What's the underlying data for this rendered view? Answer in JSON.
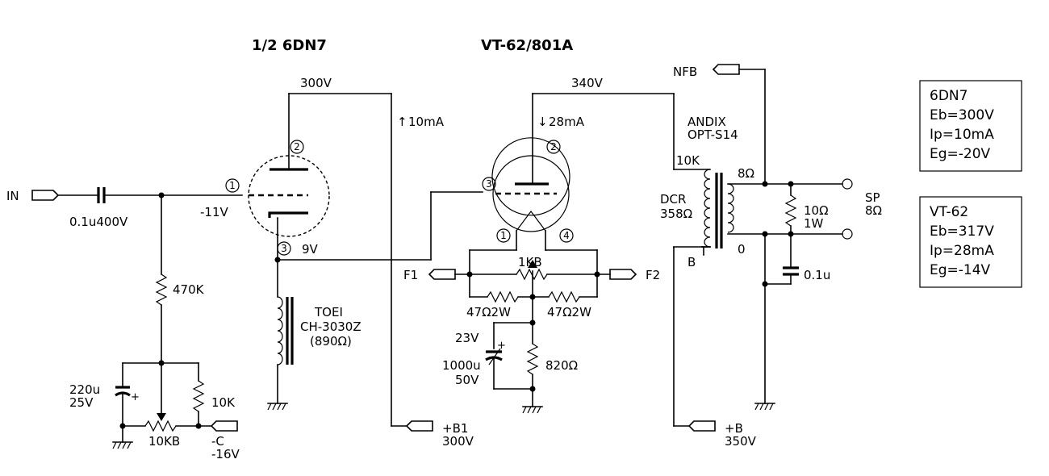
{
  "titles": {
    "driver": "1/2 6DN7",
    "output": "VT-62/801A"
  },
  "labels": {
    "in": "IN",
    "coupling_cap": "0.1u400V",
    "grid_bias": "-11V",
    "r470k": "470K",
    "cap220u_1": "220u",
    "cap220u_2": "25V",
    "r10k": "10K",
    "pot10kb": "10KB",
    "negc_1": "-C",
    "negc_2": "-16V",
    "v300": "300V",
    "i10ma": "10mA",
    "cathode9v": "9V",
    "choke_1": "TOEI",
    "choke_2": "CH-3030Z",
    "choke_3": "(890Ω)",
    "b1_1": "+B1",
    "b1_2": "300V",
    "v340": "340V",
    "i28ma": "28mA",
    "f1": "F1",
    "f2": "F2",
    "pot1kb": "1KB",
    "r47_left": "47Ω2W",
    "r47_right": "47Ω2W",
    "v23": "23V",
    "c1000_1": "1000u",
    "c1000_2": "50V",
    "r820": "820Ω",
    "opt_1": "ANDIX",
    "opt_2": "OPT-S14",
    "pri10k": "10K",
    "dcr_1": "DCR",
    "dcr_2": "358Ω",
    "sec8": "8Ω",
    "sec0": "0",
    "b_tap": "B",
    "b_1": "+B",
    "b_2": "350V",
    "nfb": "NFB",
    "r10_1": "10Ω",
    "r10_2": "1W",
    "c01": "0.1u",
    "sp_1": "SP",
    "sp_2": "8Ω"
  },
  "pins": {
    "g6": "1",
    "p6": "2",
    "k6": "3",
    "g62": "3",
    "p62": "2",
    "f1pin": "1",
    "f2pin": "4"
  },
  "info_boxes": [
    {
      "lines": [
        "6DN7",
        "Eb=300V",
        "Ip=10mA",
        "Eg=-20V"
      ]
    },
    {
      "lines": [
        "VT-62",
        "Eb=317V",
        "Ip=28mA",
        "Eg=-14V"
      ]
    }
  ],
  "arrows": {
    "up": "↑",
    "down": "↓"
  }
}
